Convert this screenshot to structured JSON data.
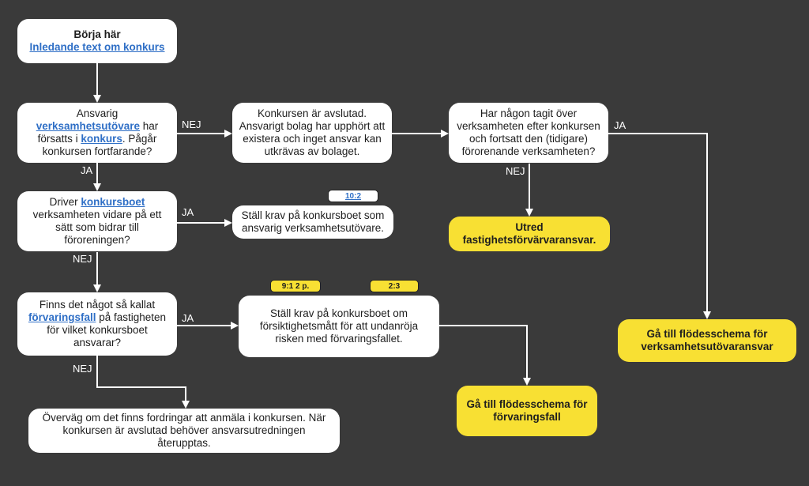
{
  "start": {
    "title": "Börja här",
    "link": "Inledande text om konkurs"
  },
  "q1": {
    "pre": "Ansvarig ",
    "link1": "verksamhetsutövare",
    "mid": " har försatts i ",
    "link2": "konkurs",
    "post": ". Pågår konkursen fortfarande?"
  },
  "concluded": {
    "text": "Konkursen är avslutad. Ansvarigt bolag har upphört att existera och inget ansvar kan utkrävas av bolaget."
  },
  "q_takeover": {
    "text": "Har någon tagit över verksamheten efter konkursen och fortsatt den (tidigare) förorenande verksamheten?"
  },
  "q2": {
    "pre": "Driver ",
    "link": "konkursboet",
    "post": " verksamheten vidare på ett sätt som bidrar till föroreningen?"
  },
  "claim1": {
    "text": "Ställ krav på konkursboet som ansvarig verksamhetsutövare.",
    "tag": "10:2"
  },
  "investigate": {
    "text": "Utred fastighetsförvärvaransvar."
  },
  "q3": {
    "pre": "Finns det något så kallat ",
    "link": "förvaringsfall",
    "post": " på fastigheten för vilket konkursboet ansvarar?"
  },
  "claim2": {
    "text": "Ställ krav på konkursboet om försiktighetsmått för att undanröja risken med förvaringsfallet.",
    "tag1": "9:1 2 p.",
    "tag2": "2:3"
  },
  "go_operator": {
    "text": "Gå till flödesschema för verksamhetsutövaransvar"
  },
  "go_storage": {
    "text": "Gå till flödesschema för förvaringsfall"
  },
  "consider": {
    "text": "Överväg om det finns fordringar att anmäla i konkursen. När konkursen är avslutad behöver ansvarsutredningen återupptas."
  },
  "labels": {
    "yes": "JA",
    "no": "NEJ"
  },
  "colors": {
    "background": "#3a3a3a",
    "box": "#ffffff",
    "highlight": "#f8e033",
    "link": "#2f6fc6",
    "connector": "#ffffff"
  }
}
